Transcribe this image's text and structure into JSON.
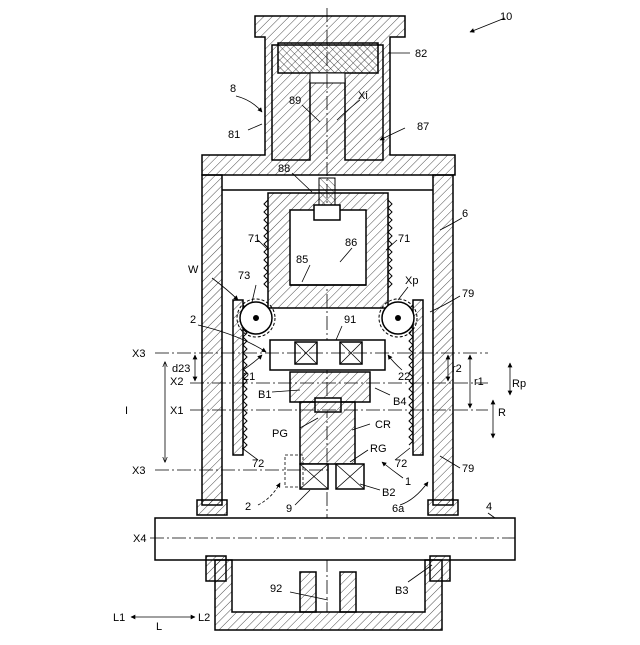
{
  "figure": {
    "reference_numeral": "10",
    "labels": {
      "l82": "82",
      "l8": "8",
      "l81": "81",
      "l89": "89",
      "lXi": "Xi",
      "l87": "87",
      "l88": "88",
      "l6": "6",
      "l71a": "71",
      "l71b": "71",
      "l85": "85",
      "l86": "86",
      "lW": "W",
      "l73": "73",
      "lXp": "Xp",
      "l79a": "79",
      "l2a": "2",
      "l91": "91",
      "lX3a": "X3",
      "ld23": "d23",
      "lr2": "r2",
      "lRp": "Rp",
      "lX2": "X2",
      "l21": "21",
      "l22": "22",
      "lr1": "r1",
      "lB1": "B1",
      "lB4": "B4",
      "lI": "I",
      "lX1": "X1",
      "lR": "R",
      "lPG": "PG",
      "lCR": "CR",
      "lRG": "RG",
      "l72a": "72",
      "l72b": "72",
      "l1": "1",
      "l79b": "79",
      "lX3b": "X3",
      "l2b": "2",
      "l9": "9",
      "lB2": "B2",
      "l6a": "6a",
      "l4": "4",
      "lX4": "X4",
      "l92": "92",
      "lB3": "B3",
      "lL1": "L1",
      "lL": "L",
      "lL2": "L2"
    }
  }
}
